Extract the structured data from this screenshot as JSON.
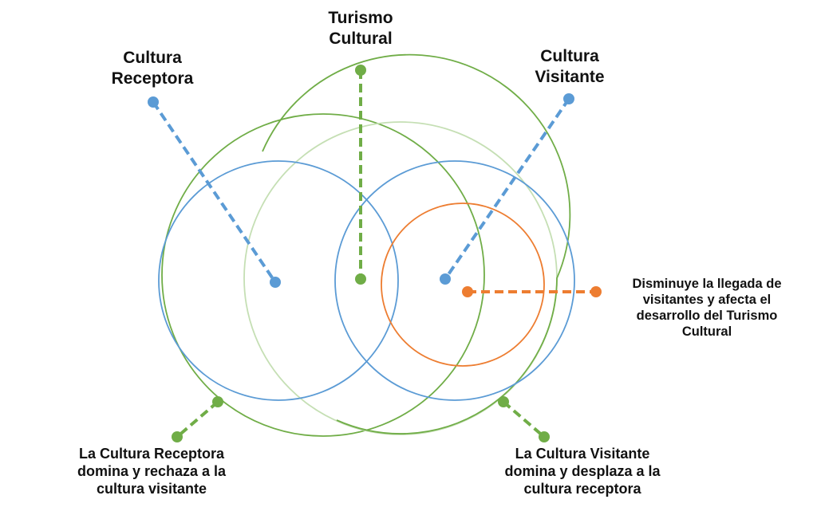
{
  "labels": {
    "cultura_receptora": [
      "Cultura",
      "Receptora"
    ],
    "turismo_cultural": [
      "Turismo",
      "Cultural"
    ],
    "cultura_visitante": [
      "Cultura",
      "Visitante"
    ],
    "disminuye": [
      "Disminuye la llegada de",
      "visitantes y afecta el",
      "desarrollo del Turismo",
      "Cultural"
    ],
    "receptora_domina": [
      "La Cultura Receptora",
      "domina y rechaza a la",
      "cultura visitante"
    ],
    "visitante_domina": [
      "La Cultura Visitante",
      "domina y desplaza a la",
      "cultura receptora"
    ]
  },
  "colors": {
    "green": "#70ad47",
    "light_green": "#c5dfb4",
    "blue": "#5b9bd5",
    "orange": "#ed7d31",
    "text": "#111111"
  }
}
